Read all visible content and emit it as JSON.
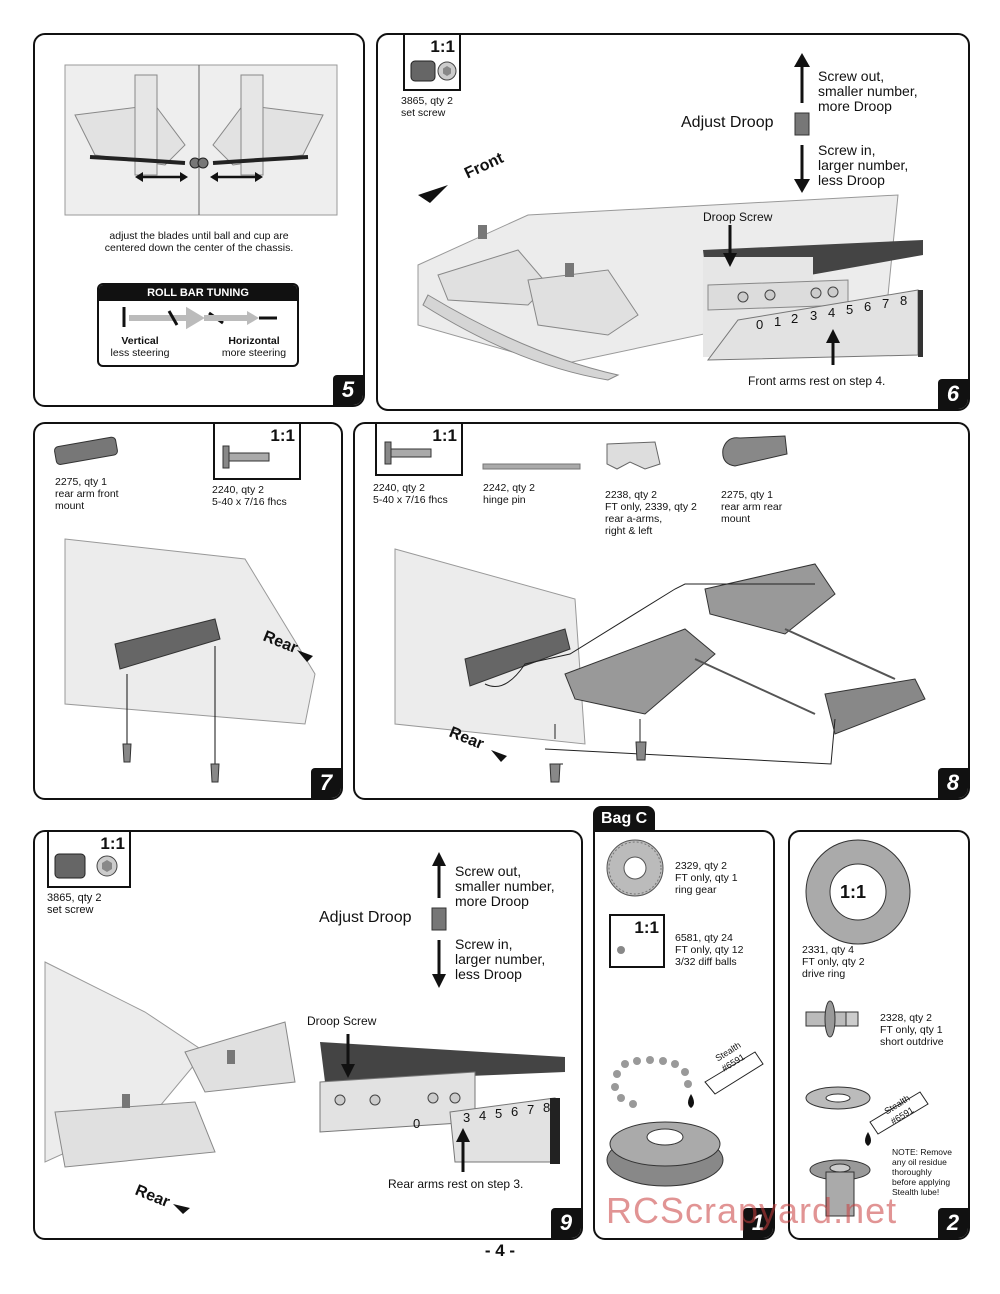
{
  "page": {
    "number": "- 4 -"
  },
  "watermark": "RCScrapyard.net",
  "scale_label": "1:1",
  "step5": {
    "number": "5",
    "caption": "adjust the blades until ball and cup are\ncentered down the center of the chassis.",
    "tuning": {
      "title": "ROLL BAR TUNING",
      "left_bold": "Vertical",
      "left_sub": "less steering",
      "right_bold": "Horizontal",
      "right_sub": "more steering"
    }
  },
  "step6": {
    "number": "6",
    "part": "3865, qty 2\nset screw",
    "front": "Front",
    "adjust": "Adjust Droop",
    "out": "Screw out,\nsmaller number,\nmore Droop",
    "in": "Screw in,\nlarger number,\nless Droop",
    "droop_screw": "Droop Screw",
    "scale_digits": [
      "0",
      "1",
      "2",
      "3",
      "4",
      "5",
      "6",
      "7",
      "8"
    ],
    "rest": "Front arms rest on step 4."
  },
  "step7": {
    "number": "7",
    "part_a": "2275, qty 1\nrear arm front\nmount",
    "part_b": "2240, qty 2\n5-40 x 7/16 fhcs",
    "rear": "Rear"
  },
  "step8": {
    "number": "8",
    "part_a": "2240, qty 2\n5-40 x 7/16 fhcs",
    "part_b": "2242, qty 2\nhinge pin",
    "part_c": "2238, qty 2\nFT only, 2339, qty 2\nrear a-arms,\nright & left",
    "part_d": "2275, qty 1\nrear arm rear\nmount",
    "rear": "Rear"
  },
  "step9": {
    "number": "9",
    "part": "3865, qty 2\nset screw",
    "adjust": "Adjust Droop",
    "out": "Screw out,\nsmaller number,\nmore Droop",
    "in": "Screw in,\nlarger number,\nless Droop",
    "droop_screw": "Droop Screw",
    "scale_digits": [
      "0",
      "3",
      "4",
      "5",
      "6",
      "7",
      "8"
    ],
    "rest": "Rear arms rest on step 3.",
    "rear": "Rear"
  },
  "bagc": {
    "tab": "Bag C",
    "step1": {
      "number": "1",
      "part_a": "2329, qty 2\nFT only, qty 1\nring gear",
      "part_b": "6581, qty 24\nFT only, qty 12\n3/32 diff balls",
      "tube": "Stealth\n#6591"
    },
    "step2": {
      "number": "2",
      "part_a": "2331, qty 4\nFT only, qty 2\ndrive ring",
      "part_b": "2328, qty 2\nFT only, qty 1\nshort outdrive",
      "tube": "Stealth\n#6591",
      "note": "NOTE: Remove\nany oil residue\nthoroughly\nbefore applying\nStealth lube!"
    }
  },
  "colors": {
    "ink": "#111111",
    "part_fill": "#d9d9d9",
    "part_dark": "#8a8a8a",
    "watermark": "#c83c3c"
  }
}
